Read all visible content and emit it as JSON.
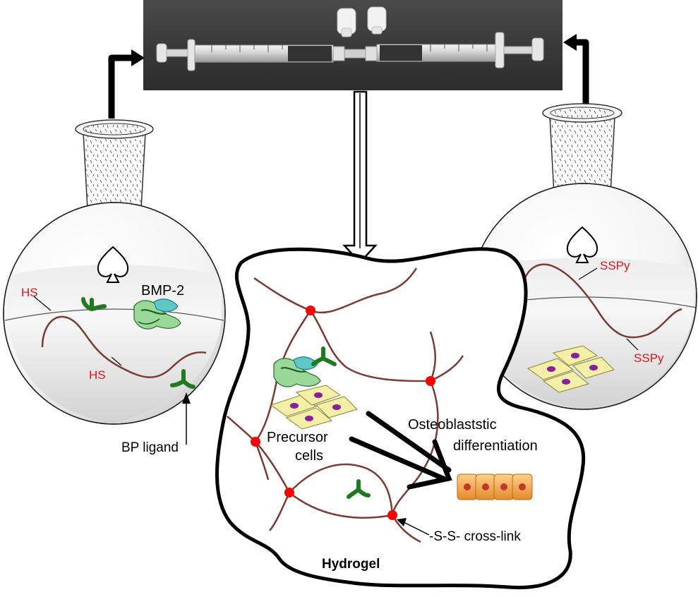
{
  "labels": {
    "hs_top": "HS",
    "hs_bottom": "HS",
    "bmp2": "BMP-2",
    "bp_ligand": "BP ligand",
    "sspy_top": "SSPy",
    "sspy_bottom": "SSPy",
    "precursor_line1": "Precursor",
    "precursor_line2": "cells",
    "osteo_line1": "Osteoblaststic",
    "osteo_line2": "differentiation",
    "crosslink": "-S-S- cross-link",
    "hydrogel": "Hydrogel"
  },
  "colors": {
    "polymer": "#7a3b33",
    "label_red": "#e8141b",
    "ligand_green": "#1e7a1e",
    "crosslink_red": "#ff0000",
    "cell_fill": "#f3efa6",
    "cell_nucleus": "#8e1d9c",
    "osteo_fill": "#f4a640",
    "osteo_nucleus": "#c0392b"
  }
}
